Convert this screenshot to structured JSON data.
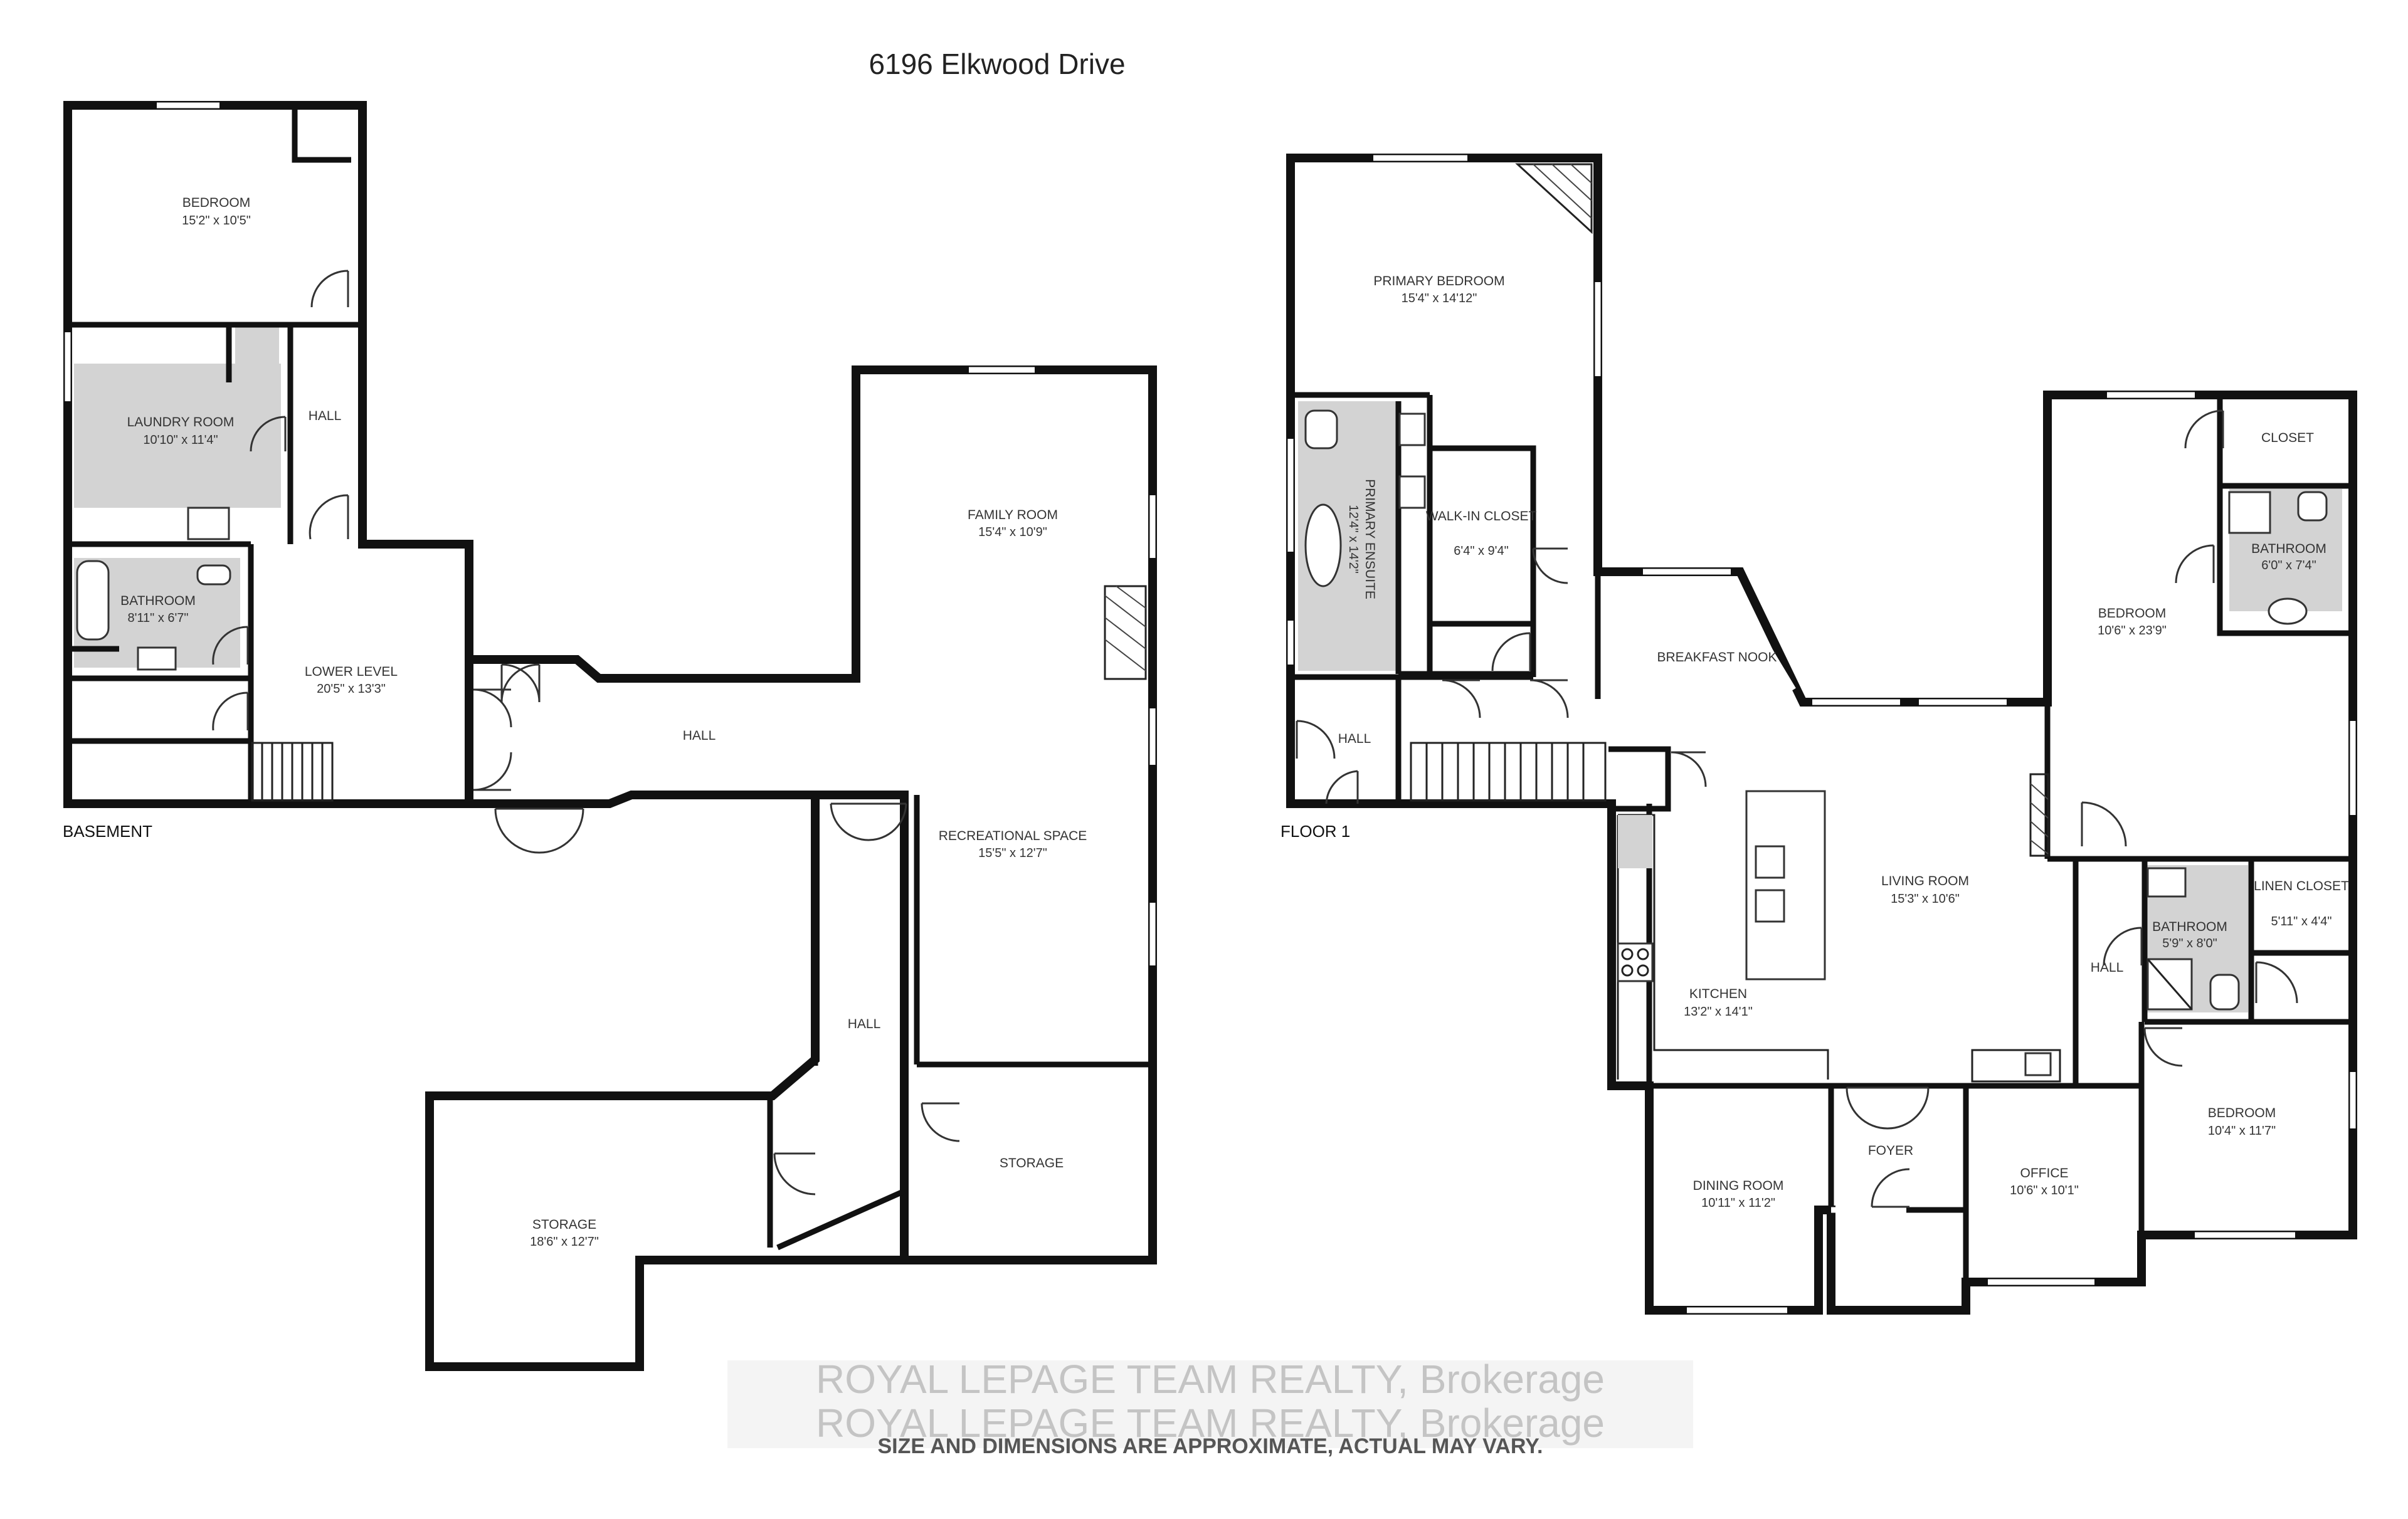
{
  "title": "6196 Elkwood Drive",
  "floors": {
    "basement": "BASEMENT",
    "main": "FLOOR 1"
  },
  "rooms": {
    "b_bedroom": {
      "name": "BEDROOM",
      "dims": "15'2\" x 10'5\""
    },
    "b_laundry": {
      "name": "LAUNDRY ROOM",
      "dims": "10'10\" x 11'4\""
    },
    "b_hall_top": {
      "name": "HALL"
    },
    "b_bathroom": {
      "name": "BATHROOM",
      "dims": "8'11\" x 6'7\""
    },
    "b_lower_level": {
      "name": "LOWER LEVEL",
      "dims": "20'5\" x 13'3\""
    },
    "b_hall_mid": {
      "name": "HALL"
    },
    "b_family": {
      "name": "FAMILY ROOM",
      "dims": "15'4\" x 10'9\""
    },
    "b_rec": {
      "name": "RECREATIONAL SPACE",
      "dims": "15'5\" x 12'7\""
    },
    "b_hall_low": {
      "name": "HALL"
    },
    "b_storage_big": {
      "name": "STORAGE",
      "dims": "18'6\" x 12'7\""
    },
    "b_storage_small": {
      "name": "STORAGE"
    },
    "m_primary": {
      "name": "PRIMARY BEDROOM",
      "dims": "15'4\" x 14'12\""
    },
    "m_ensuite": {
      "name": "PRIMARY ENSUITE",
      "dims": "12'4\" x 14'2\""
    },
    "m_walkin": {
      "name": "WALK-IN CLOSET",
      "dims": "6'4\" x 9'4\""
    },
    "m_breakfast": {
      "name": "BREAKFAST NOOK"
    },
    "m_hall_left": {
      "name": "HALL"
    },
    "m_closet": {
      "name": "CLOSET"
    },
    "m_bath_right": {
      "name": "BATHROOM",
      "dims": "6'0\" x 7'4\""
    },
    "m_bedroom_big": {
      "name": "BEDROOM",
      "dims": "10'6\" x 23'9\""
    },
    "m_living": {
      "name": "LIVING ROOM",
      "dims": "15'3\" x 10'6\""
    },
    "m_kitchen": {
      "name": "KITCHEN",
      "dims": "13'2\" x 14'1\""
    },
    "m_bath_mid": {
      "name": "BATHROOM",
      "dims": "5'9\" x 8'0\""
    },
    "m_linen": {
      "name": "LINEN CLOSET",
      "dims": "5'11\" x 4'4\""
    },
    "m_hall_right": {
      "name": "HALL"
    },
    "m_foyer": {
      "name": "FOYER"
    },
    "m_dining": {
      "name": "DINING ROOM",
      "dims": "10'11\" x 11'2\""
    },
    "m_office": {
      "name": "OFFICE",
      "dims": "10'6\" x 10'1\""
    },
    "m_bedroom_small": {
      "name": "BEDROOM",
      "dims": "10'4\" x 11'7\""
    }
  },
  "watermark": "ROYAL LEPAGE TEAM REALTY, Brokerage",
  "disclaimer": "SIZE AND DIMENSIONS ARE APPROXIMATE, ACTUAL MAY VARY."
}
